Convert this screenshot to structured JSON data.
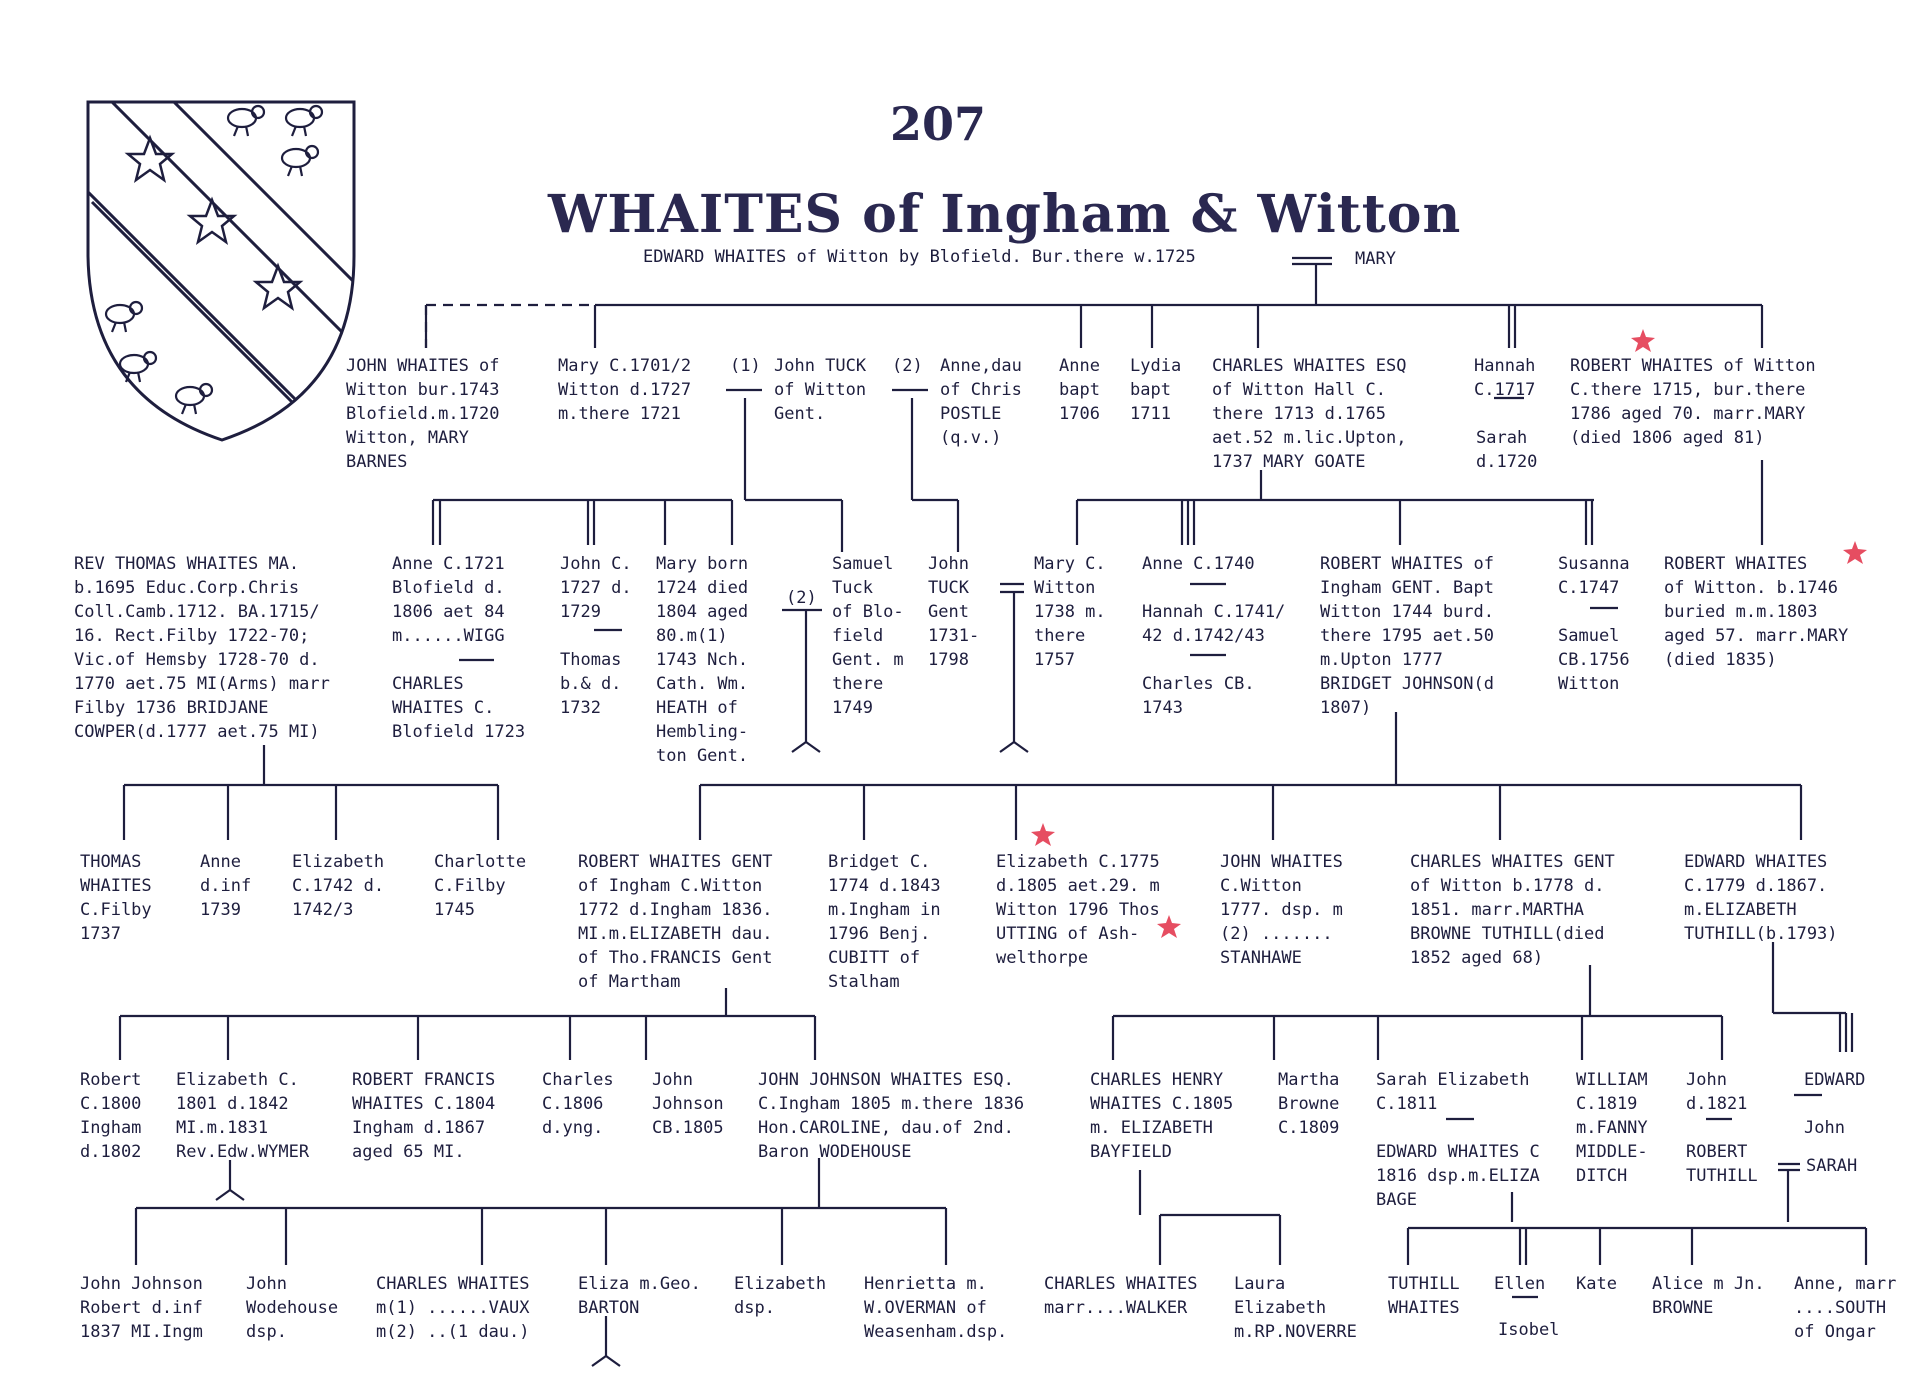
{
  "page_number": "207",
  "title": "WHAITES of Ingham & Witton",
  "subtitle": "EDWARD WHAITES of Witton by Blofield. Bur.there w.1725",
  "subtitle_spouse": "MARY",
  "colors": {
    "ink": "#1e1e3e",
    "title": "#2a2850",
    "mark": "#e0203a"
  },
  "icons": {
    "arms": "shield-with-bend-stars-and-martlets",
    "marks": "red-star-mark"
  },
  "entries": {
    "gen1": {
      "john": "JOHN WHAITES of\nWitton bur.1743\nBlofield.m.1720\nWitton, MARY\nBARNES",
      "mary": "Mary C.1701/2\nWitton d.1727\nm.there 1721",
      "john_tuck": "John TUCK\nof Witton\nGent.",
      "anne_postle": "Anne,dau\nof Chris\nPOSTLE\n(q.v.)",
      "anne": "Anne\nbapt\n1706",
      "lydia": "Lydia\nbapt\n1711",
      "charles": "CHARLES WHAITES ESQ\nof Witton Hall C.\nthere 1713 d.1765\naet.52 m.lic.Upton,\n1737 MARY GOATE",
      "hannah": "Hannah\nC.1717",
      "sarah": "Sarah\nd.1720",
      "robert": "ROBERT WHAITES of Witton\nC.there 1715, bur.there\n1786 aged 70. marr.MARY\n(died 1806 aged 81)"
    },
    "gen2": {
      "thomas": "REV THOMAS WHAITES MA.\nb.1695 Educ.Corp.Chris\nColl.Camb.1712. BA.1715/\n16. Rect.Filby 1722-70;\nVic.of Hemsby 1728-70 d.\n1770 aet.75 MI(Arms) marr\nFilby 1736 BRIDJANE\nCOWPER(d.1777 aet.75 MI)",
      "anne": "Anne C.1721\nBlofield d.\n1806 aet 84\nm......WIGG",
      "charles": "CHARLES\nWHAITES C.\nBlofield 1723",
      "john": "John C.\n1727 d.\n1729",
      "thomas_b": "Thomas\nb.& d.\n1732",
      "mary": "Mary born\n1724 died\n1804 aged\n80.m(1)\n1743 Nch.\nCath. Wm.\nHEATH of\nHembling-\nton Gent.",
      "marr_two": "(2)",
      "samuel": "Samuel\nTuck\nof Blo-\nfield\nGent. m\nthere\n1749",
      "john_tuck": "John\nTUCK\nGent\n1731-\n1798",
      "mary_c": "Mary C.\nWitton\n1738 m.\nthere\n1757",
      "anne_c": "Anne C.1740",
      "hannah": "Hannah C.1741/\n42 d.1742/43",
      "charles_cb": "Charles CB.\n1743",
      "robert": "ROBERT WHAITES of\nIngham GENT. Bapt\nWitton 1744 burd.\nthere 1795 aet.50\nm.Upton 1777\nBRIDGET JOHNSON(d\n1807)",
      "susanna": "Susanna\nC.1747",
      "samuel_cb": "Samuel\nCB.1756\nWitton",
      "robert2": "ROBERT WHAITES\nof Witton. b.1746\nburied m.m.1803\naged 57. marr.MARY\n(died 1835)"
    },
    "gen3": {
      "thomas": "THOMAS\nWHAITES\nC.Filby\n1737",
      "anne": "Anne\nd.inf\n1739",
      "elizabeth": "Elizabeth\nC.1742 d.\n1742/3",
      "charlotte": "Charlotte\nC.Filby\n1745",
      "robert": "ROBERT WHAITES GENT\nof Ingham C.Witton\n1772 d.Ingham 1836.\nMI.m.ELIZABETH dau.\nof Tho.FRANCIS Gent\nof Martham",
      "bridget": "Bridget C.\n1774 d.1843\nm.Ingham in\n1796 Benj.\nCUBITT of\nStalham",
      "elizabeth2": "Elizabeth C.1775\nd.1805 aet.29. m\nWitton 1796 Thos\nUTTING of Ash-\nwelthorpe",
      "john": "JOHN WHAITES\nC.Witton\n1777. dsp. m\n(2) .......\nSTANHAWE",
      "charles": "CHARLES WHAITES GENT\nof Witton b.1778 d.\n1851. marr.MARTHA\nBROWNE TUTHILL(died\n1852 aged 68)",
      "edward": "EDWARD WHAITES\nC.1779 d.1867.\nm.ELIZABETH\nTUTHILL(b.1793)"
    },
    "gen4": {
      "robert": "Robert\nC.1800\nIngham\nd.1802",
      "elizabeth": "Elizabeth C.\n1801 d.1842\nMI.m.1831\nRev.Edw.WYMER",
      "robert_francis": "ROBERT FRANCIS\nWHAITES C.1804\nIngham d.1867\naged 65 MI.",
      "charles": "Charles\nC.1806\nd.yng.",
      "john": "John\nJohnson\nCB.1805",
      "john_johnson": "JOHN JOHNSON WHAITES ESQ.\nC.Ingham 1805 m.there 1836\nHon.CAROLINE, dau.of 2nd.\nBaron WODEHOUSE",
      "charles_henry": "CHARLES HENRY\nWHAITES C.1805\nm. ELIZABETH\nBAYFIELD",
      "martha": "Martha\nBrowne\nC.1809",
      "sarah": "Sarah Elizabeth\nC.1811",
      "edward_c": "EDWARD WHAITES C\n1816 dsp.m.ELIZA\nBAGE",
      "william": "WILLIAM\nC.1819\nm.FANNY\nMIDDLE-\nDITCH",
      "john_d": "John\nd.1821",
      "robert_tuthill": "ROBERT\nTUTHILL",
      "edward": "EDWARD",
      "john2": "John",
      "sarah2": "SARAH"
    },
    "gen5": {
      "john_robert": "John Johnson\nRobert d.inf\n1837 MI.Ingm",
      "john_wodehouse": "John\nWodehouse\ndsp.",
      "charles": "CHARLES WHAITES\nm(1) ......VAUX\nm(2) ..(1 dau.)",
      "eliza": "Eliza m.Geo.\nBARTON",
      "elizabeth": "Elizabeth\ndsp.",
      "henrietta": "Henrietta m.\nW.OVERMAN of\nWeasenham.dsp.",
      "charles2": "CHARLES WHAITES\nmarr....WALKER",
      "laura": "Laura\nElizabeth\nm.RP.NOVERRE",
      "tuthill": "TUTHILL\nWHAITES",
      "ellen": "Ellen",
      "isobel": "Isobel",
      "kate": "Kate",
      "alice": "Alice m Jn.\nBROWNE",
      "anne": "Anne, marr\n....SOUTH\nof Ongar"
    }
  }
}
